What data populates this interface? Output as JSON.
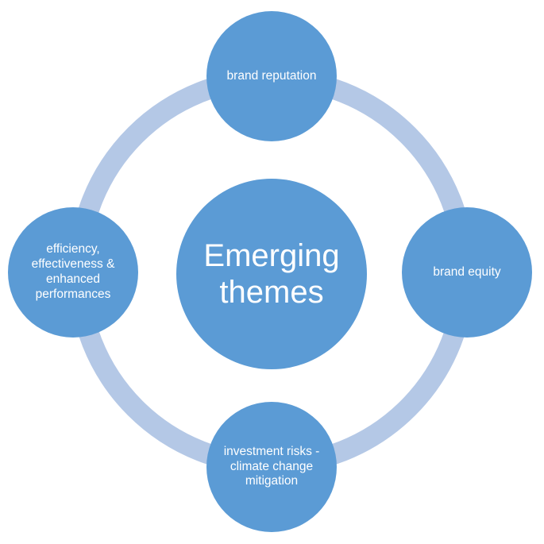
{
  "diagram": {
    "center": {
      "label": "Emerging themes"
    },
    "nodes": [
      {
        "id": "top",
        "label": "brand reputation"
      },
      {
        "id": "right",
        "label": "brand equity"
      },
      {
        "id": "bottom",
        "label": "investment risks - climate change mitigation"
      },
      {
        "id": "left",
        "label": "efficiency, effectiveness & enhanced performances"
      }
    ]
  },
  "colors": {
    "node_fill": "#5b9bd5",
    "ring": "#b4c8e6",
    "node_text": "#ffffff"
  }
}
